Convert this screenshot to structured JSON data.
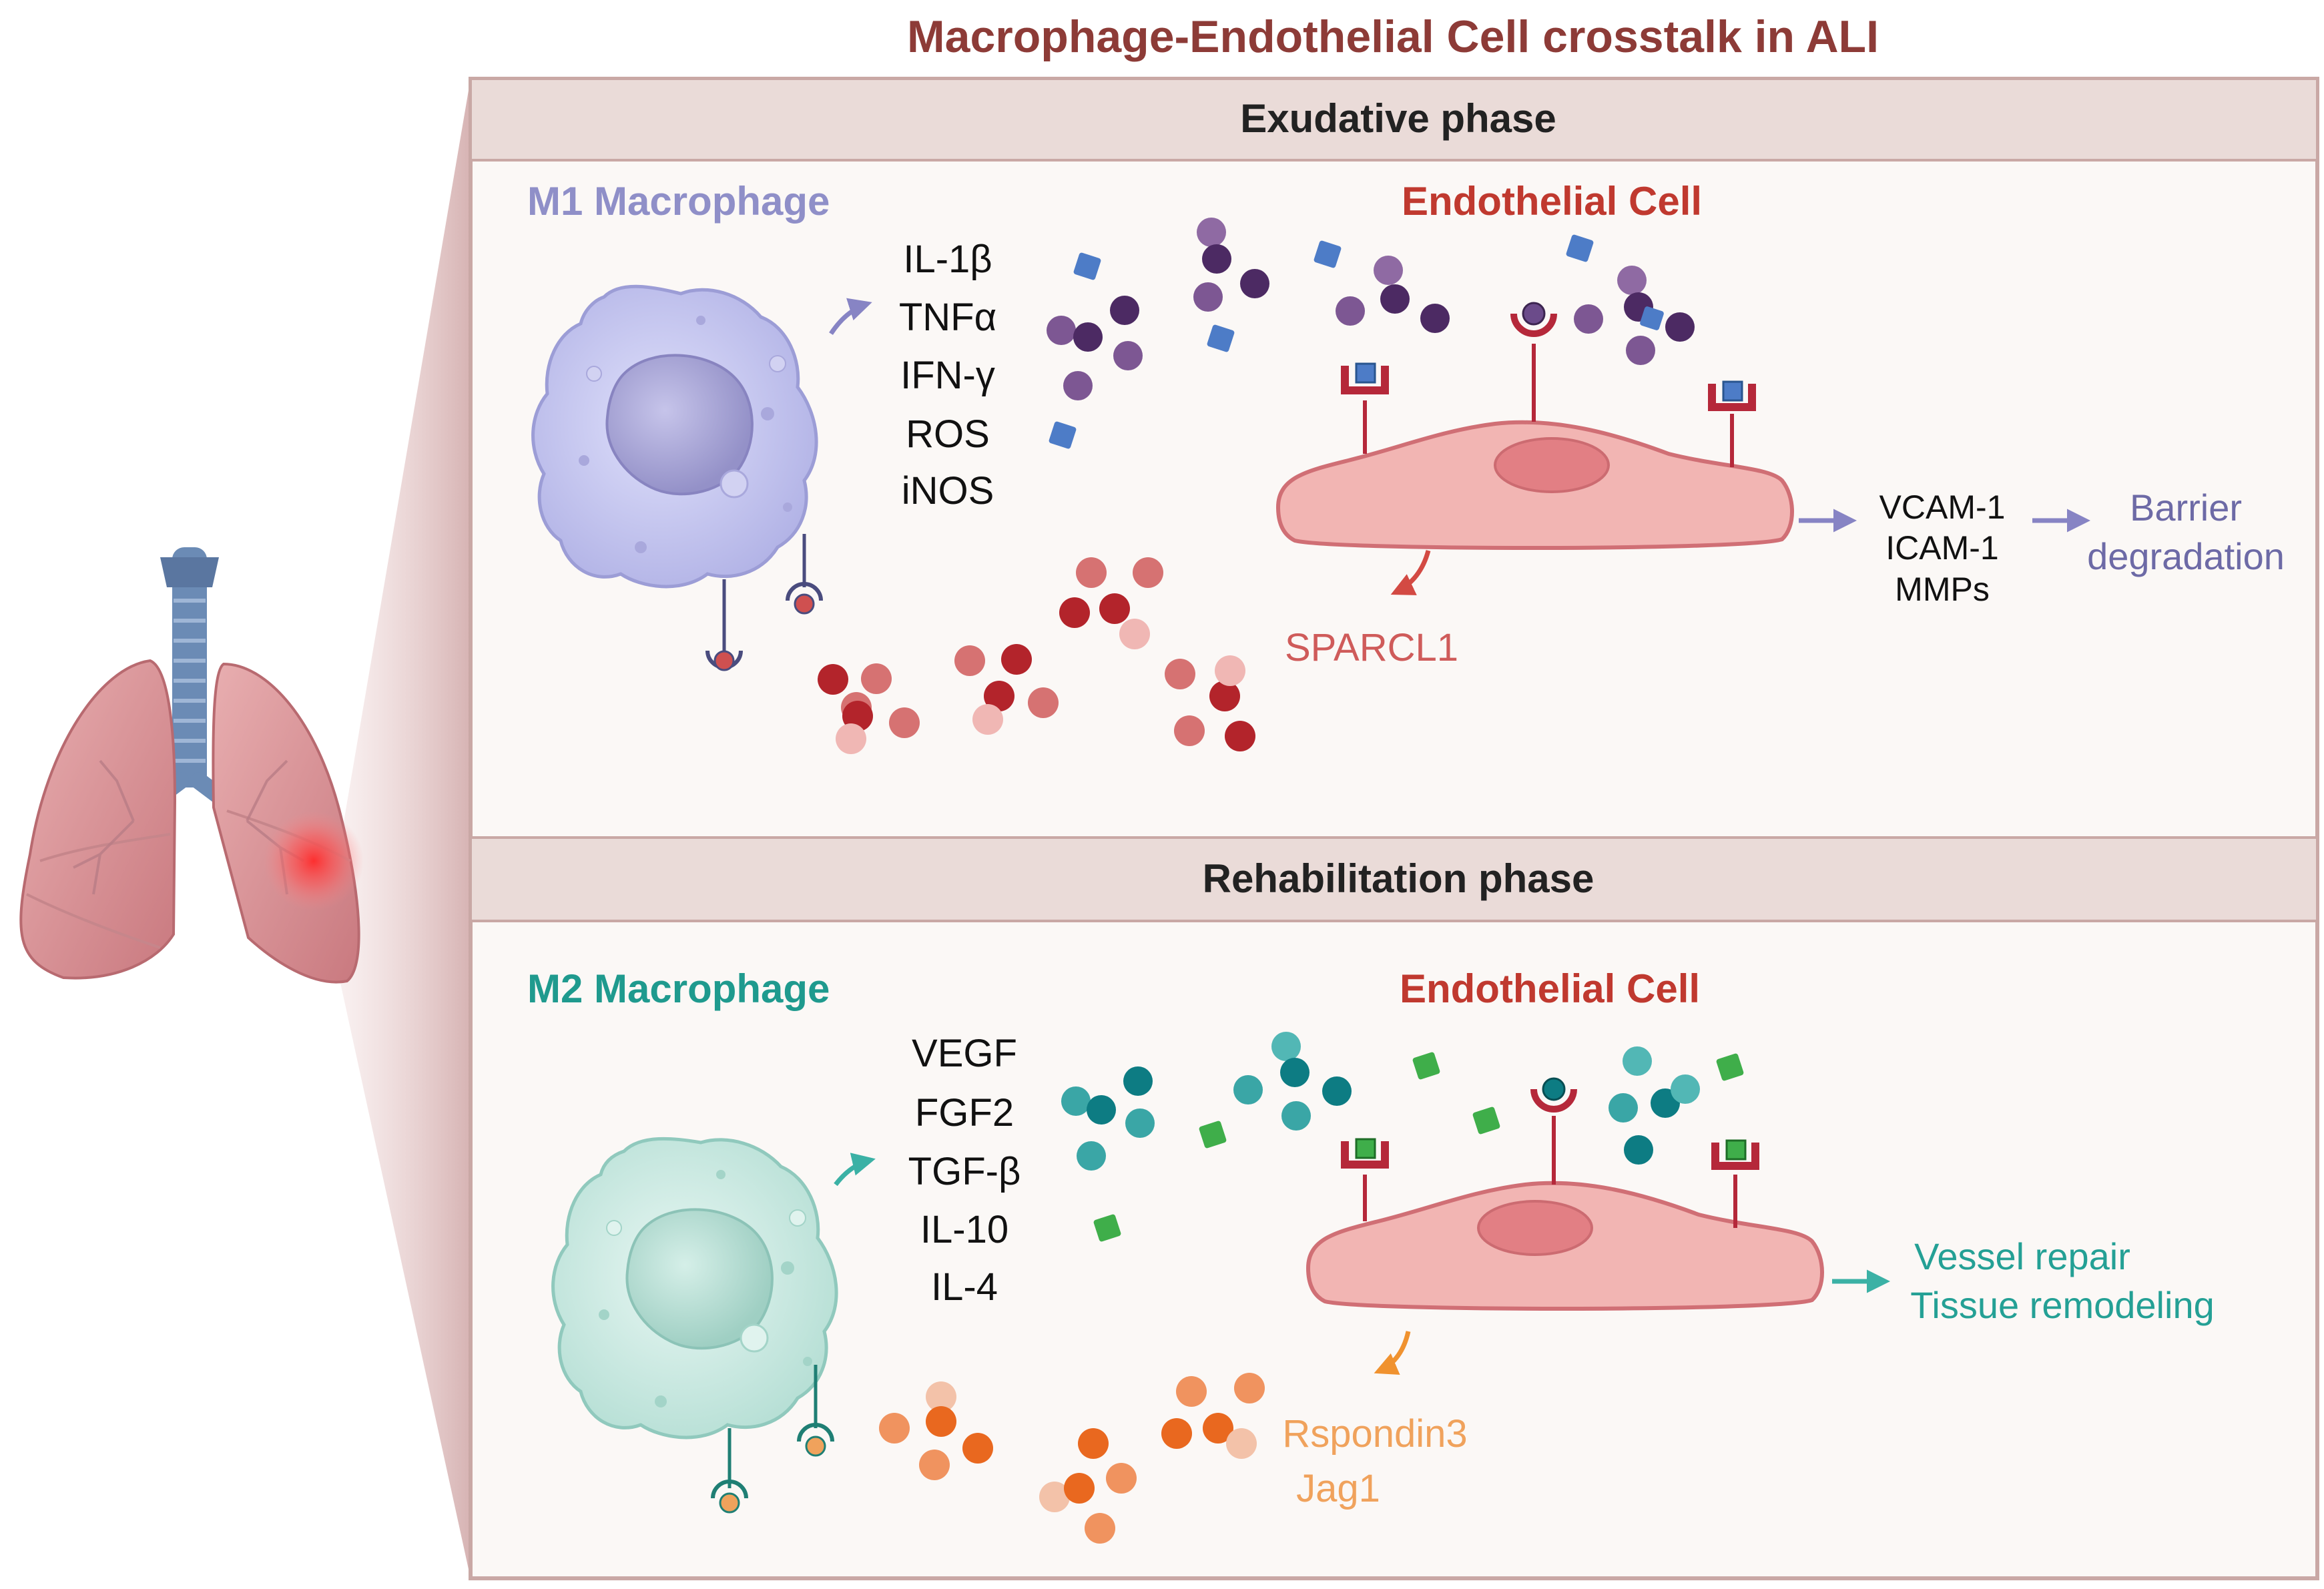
{
  "title": "Macrophage-Endothelial Cell crosstalk in ALI",
  "exudative": {
    "phase_title": "Exudative phase",
    "macrophage_label": "M1 Macrophage",
    "endothelial_label": "Endothelial Cell",
    "cytokines": [
      "IL-1β",
      "TNFα",
      "IFN-γ",
      "ROS",
      "iNOS"
    ],
    "secreted_factor": "SPARCL1",
    "adhesion_molecules": [
      "VCAM-1",
      "ICAM-1",
      "MMPs"
    ],
    "outcome": [
      "Barrier",
      "degradation"
    ]
  },
  "rehabilitation": {
    "phase_title": "Rehabilitation  phase",
    "macrophage_label": "M2 Macrophage",
    "endothelial_label": "Endothelial Cell",
    "cytokines": [
      "VEGF",
      "FGF2",
      "TGF-β",
      "IL-10",
      "IL-4"
    ],
    "secreted_factors": [
      "Rspondin3",
      "Jag1"
    ],
    "outcome": [
      "Vessel repair",
      "Tissue remodeling"
    ]
  },
  "colors": {
    "title": "#8d3b37",
    "panel_bg": "#fbf8f6",
    "panel_border": "#c9a8a5",
    "header_band": "#eadbd8",
    "m1_macrophage": "#c7c8ef",
    "m2_macrophage": "#cfece6",
    "endothelial": "#f2b5b3",
    "m1_arrow": "#8784c4",
    "m2_arrow": "#3bb1a5",
    "sparcl1": "#d34a43",
    "rspondin": "#f0922f"
  },
  "icons": [
    "lung-icon",
    "m1-macrophage-icon",
    "m2-macrophage-icon",
    "endothelial-cell-icon",
    "receptor-icon",
    "cytokine-particle-icon",
    "arrow-icon"
  ]
}
